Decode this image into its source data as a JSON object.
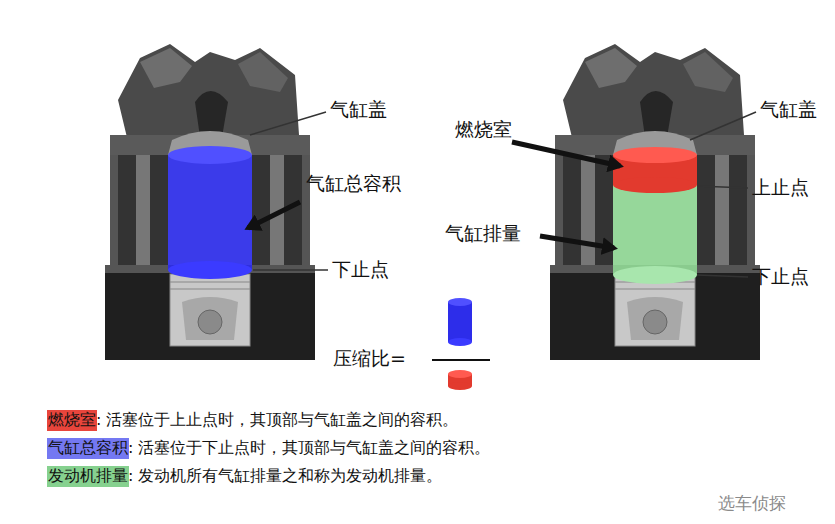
{
  "diagram": {
    "labels": [
      "气缸盖",
      "气缸总容积",
      "下止点",
      "燃烧室",
      "气缸盖",
      "上止点",
      "气缸排量",
      "下止点",
      "压缩比=",
      "选车侦探"
    ],
    "legend": [
      {
        "text": "燃烧室: 活塞位于上止点时，其顶部与气缸盖之间的容积。",
        "color": "#e8453c"
      },
      {
        "text": "气缸总容积: 活塞位于下止点时，其顶部与气缸盖之间的容积。",
        "color": "#7478f2"
      },
      {
        "text": "发动机排量: 发动机所有气缸排量之和称为发动机排量。",
        "color": "#86d18f"
      }
    ]
  }
}
